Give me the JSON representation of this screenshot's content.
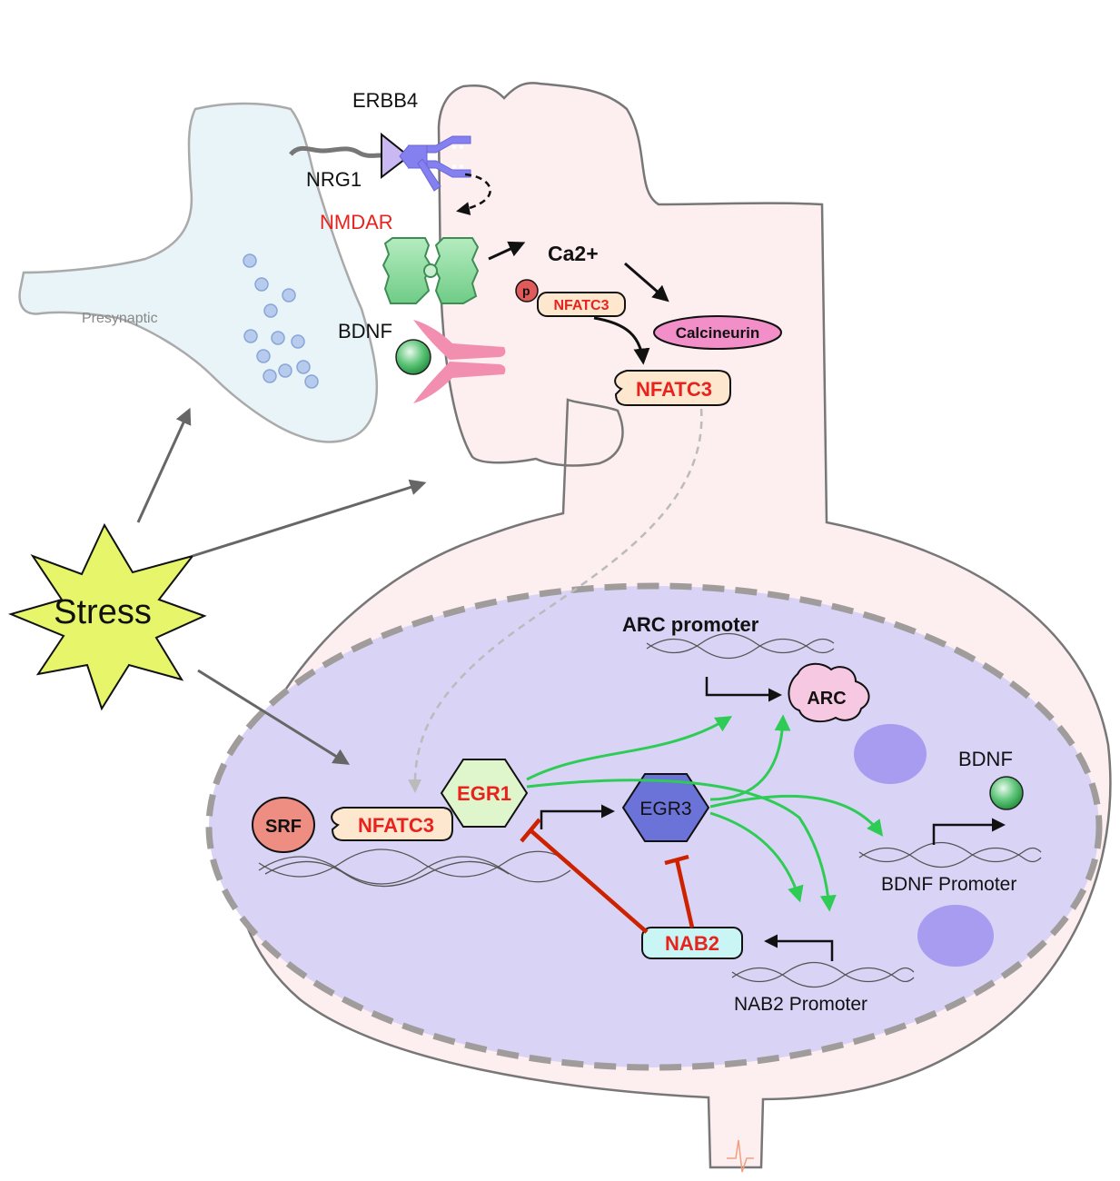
{
  "colors": {
    "presynaptic_fill": "#e8f4f8",
    "cell_fill": "#fdeef0",
    "nucleus_fill": "#d9d3f5",
    "stress_fill": "#e6f56a",
    "activation_arrow": "#2ecc55",
    "inhibition_bar": "#cc2200",
    "label_red": "#e8231e"
  },
  "labels": {
    "presynaptic": "Presynaptic",
    "erbb4": "ERBB4",
    "nrg1": "NRG1",
    "nmdar": "NMDAR",
    "bdnf_synapse": "BDNF",
    "ca2": "Ca2+",
    "p": "p",
    "nfatc3_phospho": "NFATC3",
    "calcineurin": "Calcineurin",
    "nfatc3_active": "NFATC3",
    "stress": "Stress",
    "arc_promoter": "ARC promoter",
    "arc": "ARC",
    "bdnf_nucleus": "BDNF",
    "srf": "SRF",
    "nfatc3_nucleus": "NFATC3",
    "egr1": "EGR1",
    "egr3": "EGR3",
    "bdnf_promoter": "BDNF Promoter",
    "nab2": "NAB2",
    "nab2_promoter": "NAB2 Promoter"
  },
  "icons": [
    "vesicle-icon",
    "receptor-icon",
    "dna-icon",
    "stress-burst-icon"
  ]
}
